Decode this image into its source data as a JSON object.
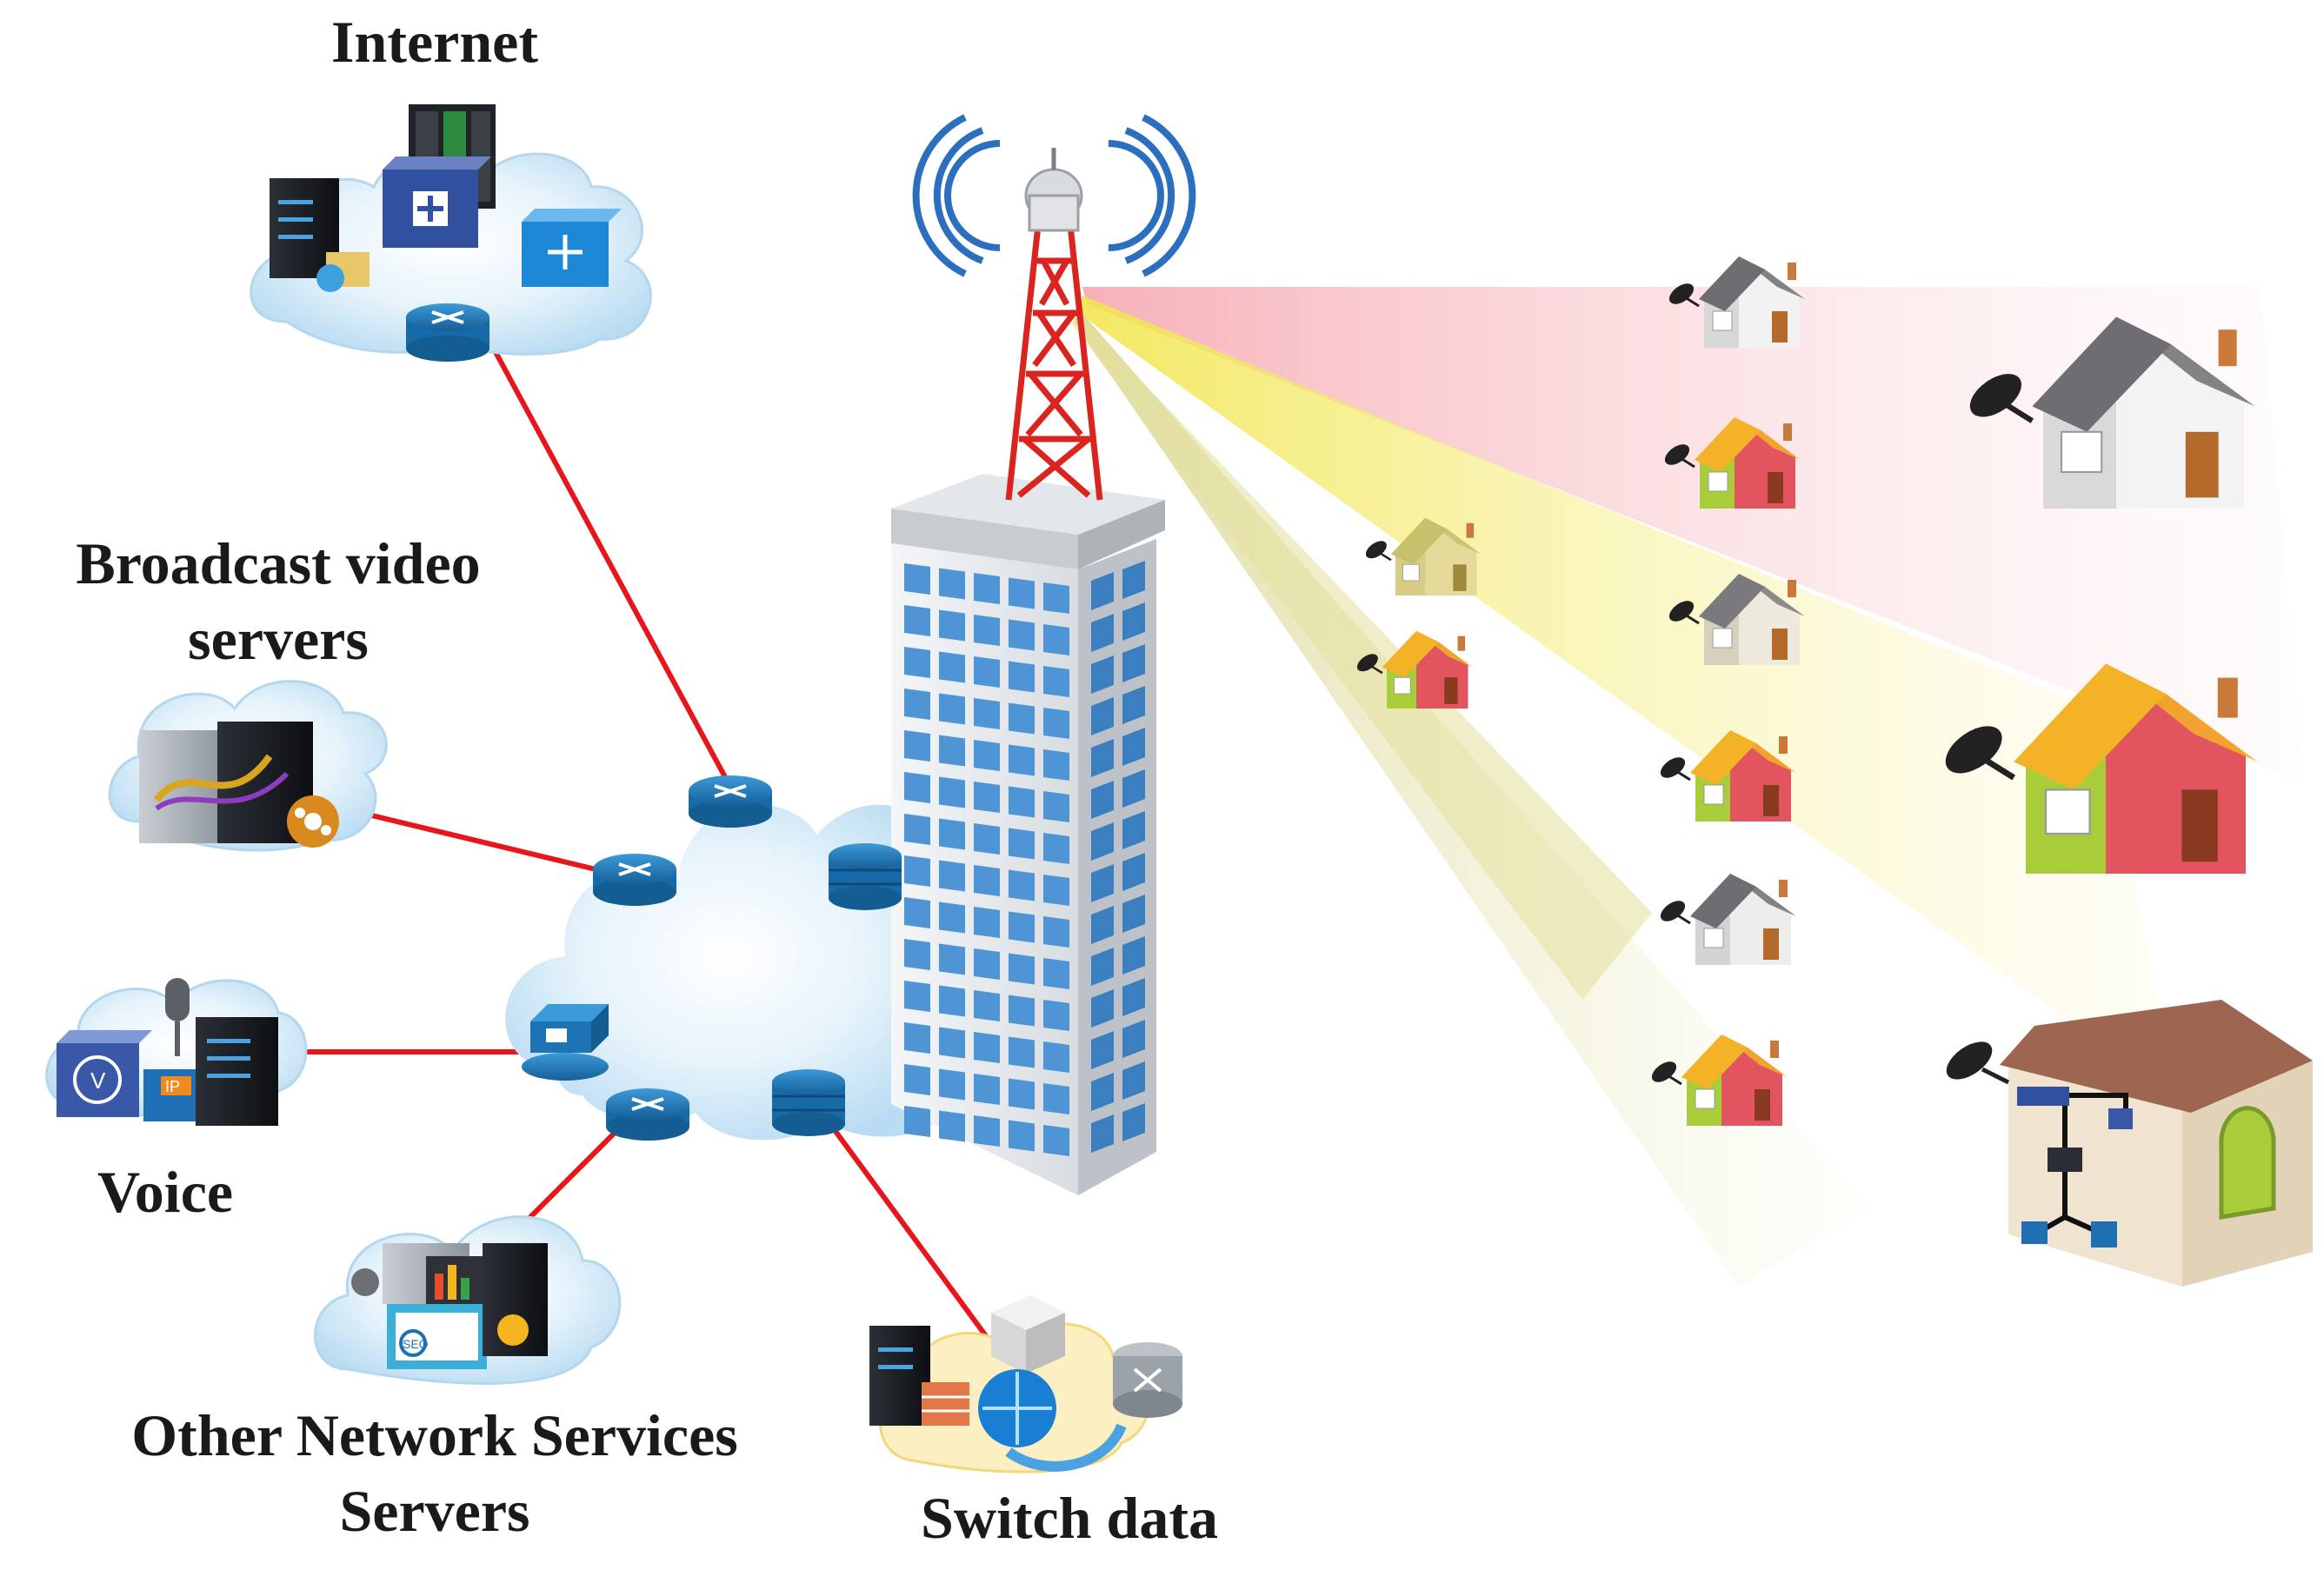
{
  "labels": {
    "internet": "Internet",
    "broadcast_line1": "Broadcast video",
    "broadcast_line2": "servers",
    "voice": "Voice",
    "other_line1": "Other Network Services",
    "other_line2": "Servers",
    "switch_data": "Switch data"
  },
  "server_icons": {
    "voice_badge": "IP",
    "analytics_badge": "SEO"
  },
  "colors": {
    "link": "#e8151b",
    "beam_red": "#f7a0a8",
    "beam_yellow": "#f4ec6a",
    "cloud": "#d6ecf8",
    "router": "#1f7fc0",
    "tower": "#d9241f",
    "building_window": "#4f95d6"
  }
}
